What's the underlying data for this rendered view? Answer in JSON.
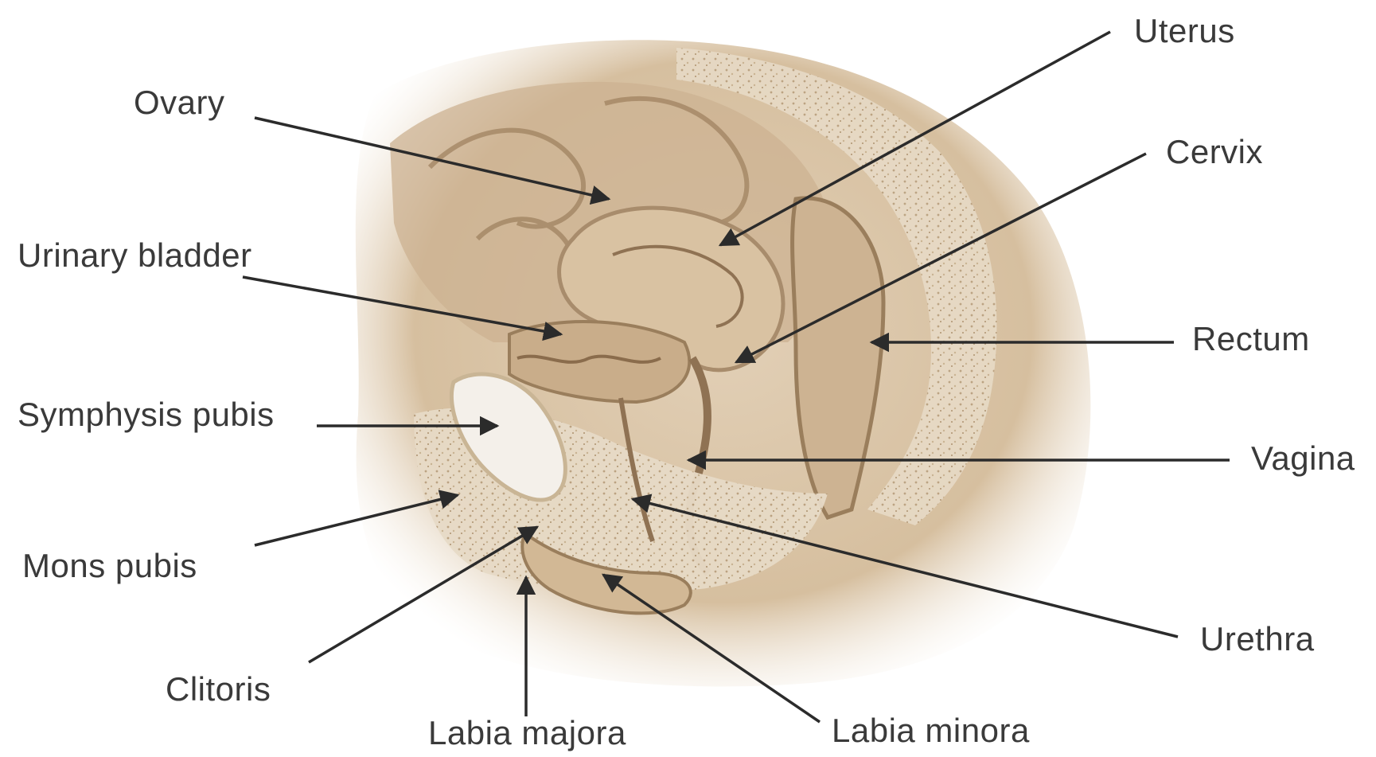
{
  "diagram": {
    "labels": {
      "uterus": "Uterus",
      "ovary": "Ovary",
      "cervix": "Cervix",
      "urinary_bladder": "Urinary bladder",
      "rectum": "Rectum",
      "symphysis_pubis": "Symphysis pubis",
      "vagina": "Vagina",
      "mons_pubis": "Mons pubis",
      "urethra": "Urethra",
      "clitoris": "Clitoris",
      "labia_majora": "Labia majora",
      "labia_minora": "Labia minora"
    },
    "colors": {
      "label_text": "#3a3a3a",
      "leader_line": "#2b2b2b",
      "tissue_light": "#efe3d3",
      "tissue_mid": "#d8c3a6",
      "tissue_dark": "#a88c6c",
      "bone": "#f4f0ea"
    }
  }
}
